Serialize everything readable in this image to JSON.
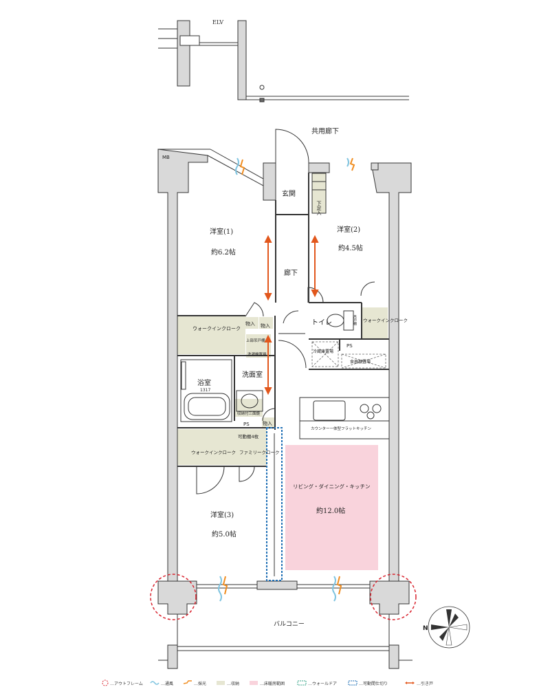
{
  "common": {
    "corridor": "共用廊下",
    "elv": "ELV",
    "mb": "MB",
    "balcony": "バルコニー"
  },
  "rooms": {
    "entrance": "玄関",
    "shoe_box": "下足入",
    "room1_name": "洋室(1)",
    "room1_size": "約6.2帖",
    "room2_name": "洋室(2)",
    "room2_size": "約4.5帖",
    "hallway": "廊下",
    "toilet": "トイレ",
    "wic_toilet": "ウォークインクローク",
    "wic_room1": "ウォークインクローク",
    "storage1": "物入",
    "storage2": "物入",
    "storage3": "物入",
    "upper_cabinet": "上部吊戸棚",
    "washer_space": "洗濯機置場",
    "bath": "浴室",
    "bath_size": "1317",
    "washroom": "洗面室",
    "linen_shelf": "収納付三面鏡",
    "ps1": "PS",
    "ps2": "PS",
    "fridge": "冷蔵庫置場",
    "dish_rack": "食器棚置場",
    "kitchen_note": "カウンター一体型フラットキッチン",
    "movable_shelf": "可動棚4枚",
    "family_closet": "ファミリークローク",
    "wic_room3": "ウォークインクローク",
    "room3_name": "洋室(3)",
    "room3_size": "約5.0帖",
    "ldk_name": "リビング・ダイニング・キッチン",
    "ldk_size": "約12.0帖",
    "compass_n": "N",
    "toilet_shelf": "吊戸棚"
  },
  "legend": [
    {
      "label": "…アウトフレーム",
      "icon": "outframe-icon",
      "color": "#d9232e"
    },
    {
      "label": "…通風",
      "icon": "ventilation-icon",
      "color": "#7fc4e0"
    },
    {
      "label": "…採光",
      "icon": "daylight-icon",
      "color": "#f08c1e"
    },
    {
      "label": "…収納",
      "icon": "storage-icon",
      "color": "#e6e6d2"
    },
    {
      "label": "…床暖房範囲",
      "icon": "floor-heating-icon",
      "color": "#f9d3dc"
    },
    {
      "label": "…ウォールドア",
      "icon": "wall-door-icon",
      "color": "#3aa58a"
    },
    {
      "label": "…可動間仕切り",
      "icon": "movable-partition-icon",
      "color": "#1f6fb5"
    },
    {
      "label": "…引き戸",
      "icon": "sliding-door-icon",
      "color": "#e2571c"
    }
  ],
  "colors": {
    "wall": "#d9d9d9",
    "storage": "#e6e6d2",
    "floor_heating": "#f9d3dc",
    "outframe": "#d9232e",
    "sliding": "#e2571c",
    "partition": "#1f6fb5"
  }
}
